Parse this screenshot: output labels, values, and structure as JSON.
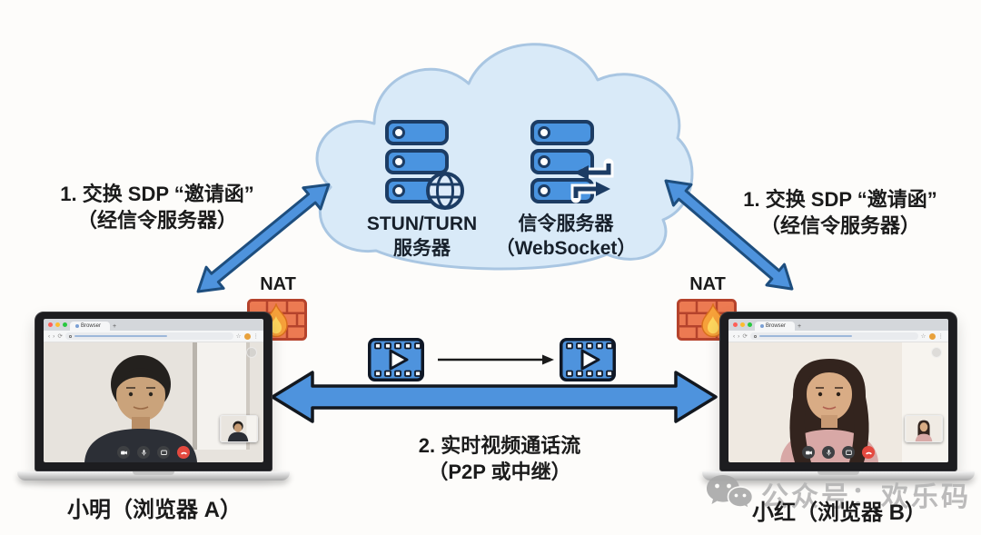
{
  "diagram": {
    "cloud": {
      "stun_server": {
        "label_line1": "STUN/TURN",
        "label_line2": "服务器"
      },
      "signaling_server": {
        "label_line1": "信令服务器",
        "label_line2": "（WebSocket）"
      }
    },
    "steps": {
      "sdp_left": {
        "line1": "1. 交换 SDP “邀请函”",
        "line2": "（经信令服务器）"
      },
      "sdp_right": {
        "line1": "1. 交换 SDP “邀请函”",
        "line2": "（经信令服务器）"
      },
      "media": {
        "line1": "2. 实时视频通话流",
        "line2": "（P2P 或中继）"
      }
    },
    "nat_left_label": "NAT",
    "nat_right_label": "NAT",
    "laptop_left": {
      "caption": "小明（浏览器 A）",
      "browser_tab": "Browser"
    },
    "laptop_right": {
      "caption": "小红（浏览器 B）",
      "browser_tab": "Browser"
    },
    "watermark_text": "公众号：欢乐码"
  },
  "colors": {
    "background": "#fdfcfa",
    "arrow_blue": "#4e93dd",
    "arrow_outline_dark": "#1e4e7e",
    "big_arrow_outline": "#13181f",
    "cloud_fill": "#d9eaf8",
    "cloud_stroke": "#a9c6e2",
    "server_blue": "#4a94e0",
    "server_outline": "#1c3c64",
    "brick_fill": "#ec7a52",
    "brick_mortar": "#b5432c",
    "hangup_red": "#e4493f"
  }
}
